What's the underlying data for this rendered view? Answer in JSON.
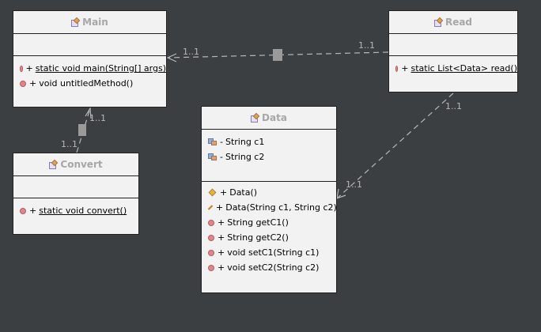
{
  "diagram": {
    "classes": {
      "main": {
        "name": "Main",
        "attributes": [],
        "operations": [
          {
            "visibility": "+",
            "text": "static void main(String[] args)",
            "static": true
          },
          {
            "visibility": "+",
            "text": "void untitledMethod()",
            "static": false
          }
        ]
      },
      "read": {
        "name": "Read",
        "attributes": [],
        "operations": [
          {
            "visibility": "+",
            "text": "static List<Data> read()",
            "static": true
          }
        ]
      },
      "convert": {
        "name": "Convert",
        "attributes": [],
        "operations": [
          {
            "visibility": "+",
            "text": "static void convert()",
            "static": true
          }
        ]
      },
      "data": {
        "name": "Data",
        "attributes": [
          {
            "visibility": "-",
            "text": "String c1"
          },
          {
            "visibility": "-",
            "text": "String c2"
          }
        ],
        "operations": [
          {
            "visibility": "+",
            "text": "Data()",
            "kind": "constructor"
          },
          {
            "visibility": "+",
            "text": "Data(String c1, String c2)",
            "kind": "constructor"
          },
          {
            "visibility": "+",
            "text": "String getC1()",
            "kind": "method"
          },
          {
            "visibility": "+",
            "text": "String getC2()",
            "kind": "method"
          },
          {
            "visibility": "+",
            "text": "void setC1(String c1)",
            "kind": "method"
          },
          {
            "visibility": "+",
            "text": "void setC2(String c2)",
            "kind": "method"
          }
        ]
      }
    },
    "edges": {
      "read_main": {
        "from": "Read",
        "to": "Main",
        "source_multiplicity": "1..1",
        "target_multiplicity": "1..1"
      },
      "convert_main": {
        "from": "Convert",
        "to": "Main",
        "source_multiplicity": "1..1",
        "target_multiplicity": "1..1"
      },
      "read_data": {
        "from": "Read",
        "to": "Data",
        "source_multiplicity": "1..1",
        "target_multiplicity": "1..1"
      }
    },
    "colors": {
      "background": "#3c3f41",
      "class_fill": "#f2f2f2",
      "class_border": "#222222",
      "title_text": "#a7a7a7",
      "edge_line": "#b7b7b7"
    }
  }
}
